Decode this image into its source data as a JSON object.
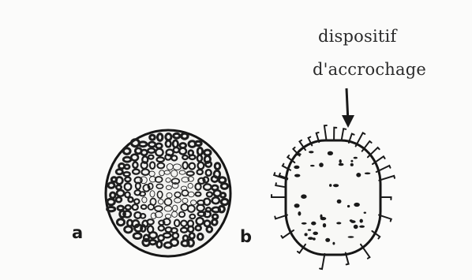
{
  "annotation": {
    "line1": "dispositif",
    "line2": "d'accrochage"
  },
  "labels": {
    "a": "a",
    "b": "b"
  },
  "colors": {
    "background": "#fbfbfa",
    "ink": "#1a1a1a"
  }
}
